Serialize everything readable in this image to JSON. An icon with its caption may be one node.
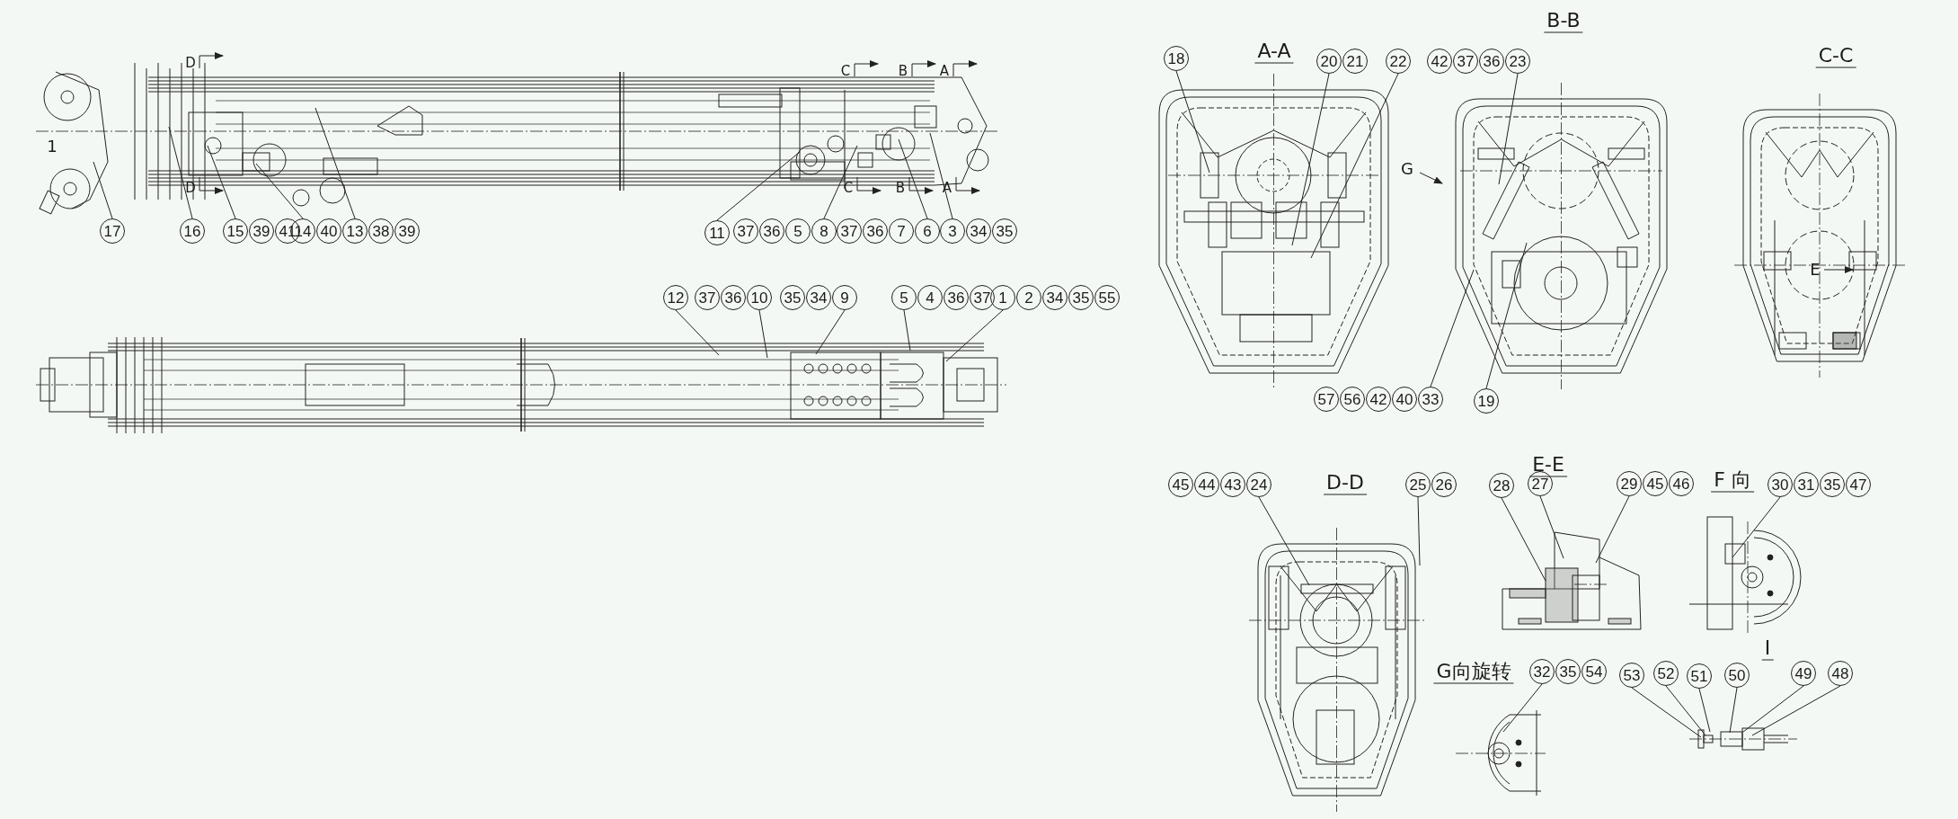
{
  "diagram": {
    "nodes": [
      {
        "text": [
          "17"
        ]
      },
      {
        "text": [
          "16"
        ]
      },
      {
        "text": [
          "15",
          "39",
          "41"
        ]
      },
      {
        "text": [
          "14",
          "40"
        ]
      },
      {
        "text": [
          "13",
          "38",
          "39"
        ]
      },
      {
        "text": [
          "11"
        ]
      },
      {
        "text": [
          "37",
          "36",
          "5",
          "8"
        ]
      },
      {
        "text": [
          "37",
          "36",
          "7",
          "6"
        ]
      },
      {
        "text": [
          "3",
          "34",
          "35"
        ]
      },
      {
        "text": [
          "12"
        ]
      },
      {
        "text": [
          "37",
          "36",
          "10"
        ]
      },
      {
        "text": [
          "35",
          "34",
          "9"
        ]
      },
      {
        "text": [
          "5",
          "4",
          "36",
          "37"
        ]
      },
      {
        "text": [
          "1",
          "2",
          "34",
          "35",
          "55"
        ]
      },
      {
        "text": [
          "18"
        ]
      },
      {
        "text": [
          "20",
          "21"
        ]
      },
      {
        "text": [
          "22"
        ]
      },
      {
        "text": [
          "42",
          "37",
          "36",
          "23"
        ]
      },
      {
        "text": [
          "57",
          "56",
          "42",
          "40",
          "33"
        ]
      },
      {
        "text": [
          "19"
        ]
      },
      {
        "text": [
          "45",
          "44",
          "43",
          "24"
        ]
      },
      {
        "text": [
          "25",
          "26"
        ]
      },
      {
        "text": [
          "28"
        ]
      },
      {
        "text": [
          "27"
        ]
      },
      {
        "text": [
          "29",
          "45",
          "46"
        ]
      },
      {
        "text": [
          "30",
          "31",
          "35",
          "47"
        ]
      },
      {
        "text": [
          "32",
          "35",
          "54"
        ]
      },
      {
        "text": [
          "53"
        ]
      },
      {
        "text": [
          "52"
        ]
      },
      {
        "text": [
          "51"
        ]
      },
      {
        "text": [
          "50"
        ]
      },
      {
        "text": [
          "49"
        ]
      },
      {
        "text": [
          "48"
        ]
      },
      {
        "text": [],
        "shape": "picture"
      },
      {
        "text": [],
        "shape": "picture"
      },
      {
        "text": [],
        "shape": "picture"
      },
      {
        "text": [],
        "shape": "picture"
      },
      {
        "text": [],
        "shape": "picture"
      },
      {
        "text": [],
        "shape": "picture"
      },
      {
        "text": [],
        "shape": "picture"
      },
      {
        "text": [],
        "shape": "picture"
      },
      {
        "text": [],
        "shape": "picture"
      }
    ],
    "edges": [
      {
        "from": 0,
        "to": 33,
        "arrow": "none"
      },
      {
        "from": 1,
        "to": 33,
        "arrow": "none"
      },
      {
        "from": 2,
        "to": 33,
        "arrow": "none"
      },
      {
        "from": 3,
        "to": 33,
        "arrow": "none"
      },
      {
        "from": 4,
        "to": 33,
        "arrow": "none"
      },
      {
        "from": 5,
        "to": 33,
        "arrow": "none"
      },
      {
        "from": 6,
        "to": 33,
        "arrow": "none"
      },
      {
        "from": 7,
        "to": 33,
        "arrow": "none"
      },
      {
        "from": 8,
        "to": 33,
        "arrow": "none"
      },
      {
        "from": 9,
        "to": 34,
        "arrow": "none"
      },
      {
        "from": 10,
        "to": 34,
        "arrow": "none"
      },
      {
        "from": 11,
        "to": 34,
        "arrow": "none"
      },
      {
        "from": 12,
        "to": 34,
        "arrow": "none"
      },
      {
        "from": 13,
        "to": 34,
        "arrow": "none"
      },
      {
        "from": 14,
        "to": 35,
        "arrow": "none"
      },
      {
        "from": 15,
        "to": 35,
        "arrow": "none"
      },
      {
        "from": 16,
        "to": 35,
        "arrow": "none"
      },
      {
        "from": 17,
        "to": 36,
        "arrow": "none"
      },
      {
        "from": 18,
        "to": 36,
        "arrow": "none"
      },
      {
        "from": 19,
        "to": 36,
        "arrow": "none"
      },
      {
        "from": 20,
        "to": 37,
        "arrow": "none"
      },
      {
        "from": 21,
        "to": 37,
        "arrow": "none"
      },
      {
        "from": 22,
        "to": 38,
        "arrow": "none"
      },
      {
        "from": 23,
        "to": 38,
        "arrow": "none"
      },
      {
        "from": 24,
        "to": 38,
        "arrow": "none"
      },
      {
        "from": 25,
        "to": 39,
        "arrow": "none"
      },
      {
        "from": 26,
        "to": 40,
        "arrow": "none"
      },
      {
        "from": 27,
        "to": 41,
        "arrow": "none"
      },
      {
        "from": 28,
        "to": 41,
        "arrow": "none"
      },
      {
        "from": 29,
        "to": 41,
        "arrow": "none"
      },
      {
        "from": 30,
        "to": 41,
        "arrow": "none"
      },
      {
        "from": 31,
        "to": 41,
        "arrow": "none"
      },
      {
        "from": 32,
        "to": 41,
        "arrow": "none"
      }
    ],
    "labels": [
      "D",
      "C",
      "B",
      "A",
      "1",
      "D",
      "C",
      "B",
      "A",
      "B-B",
      "A-A",
      "C-C",
      "G",
      "E",
      "D-D",
      "E-E",
      "F 向",
      "I",
      "G向旋转"
    ]
  }
}
